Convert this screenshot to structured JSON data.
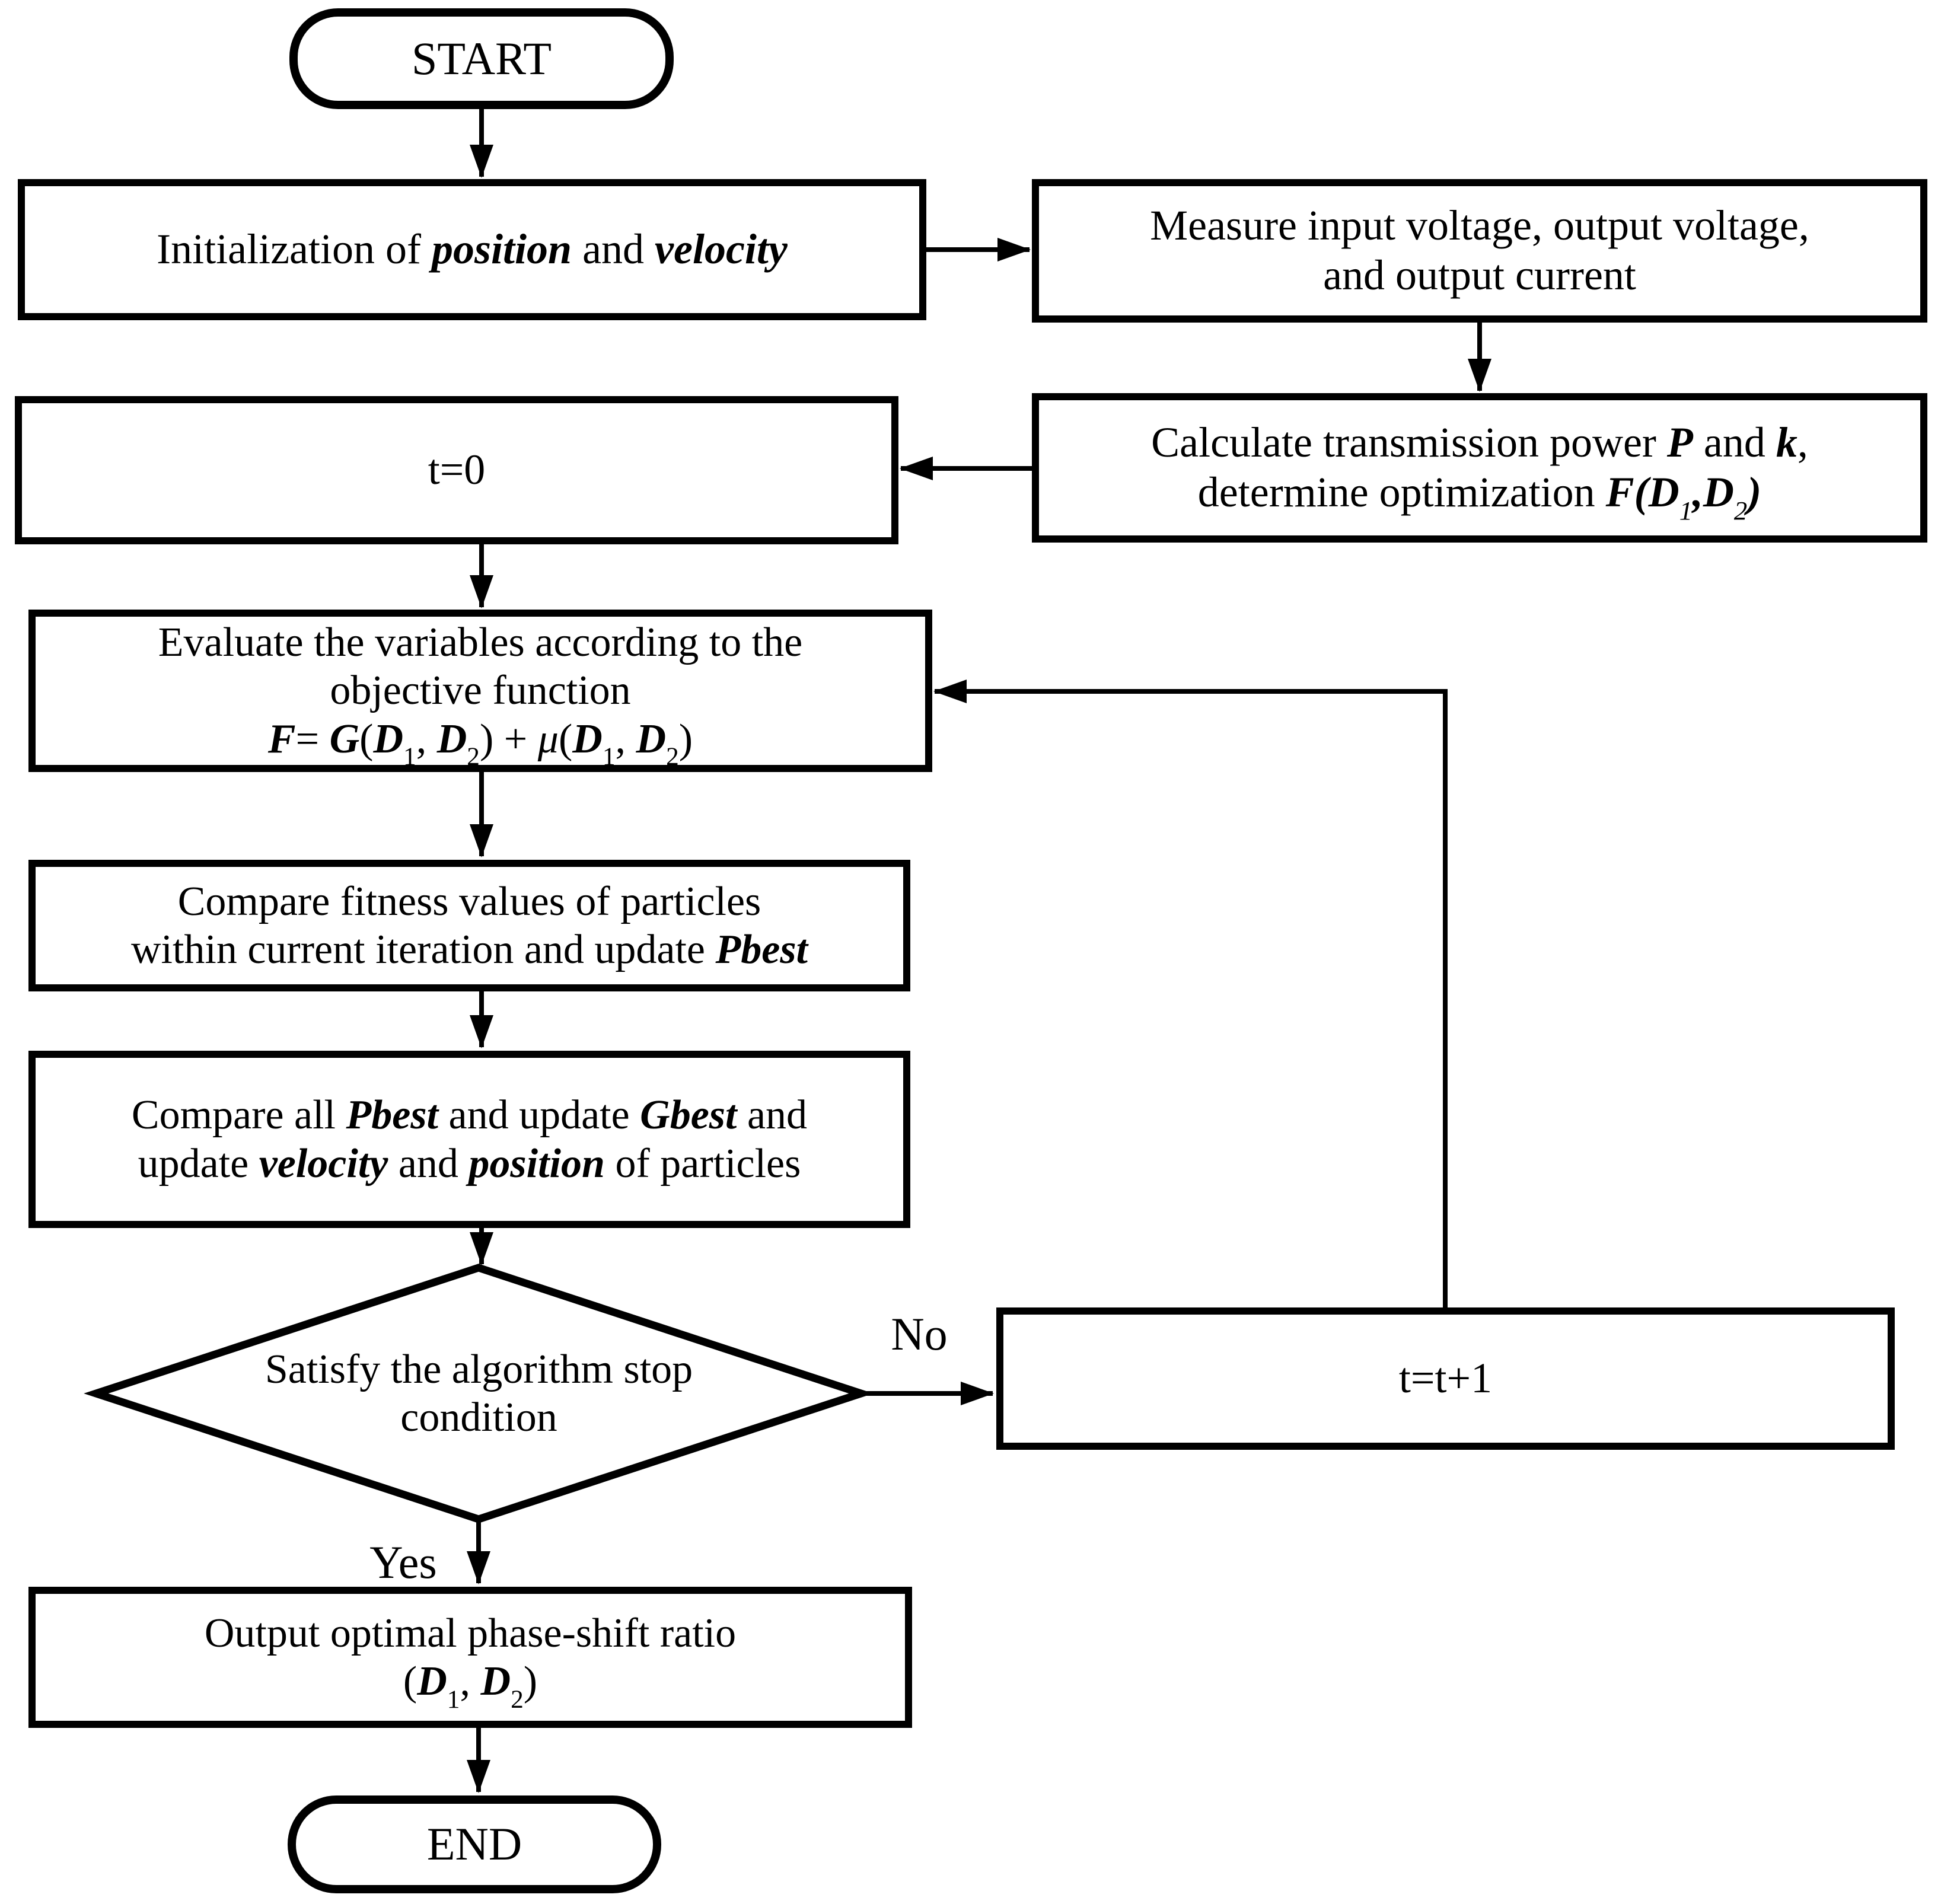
{
  "title": "PSO phase-shift optimization flowchart",
  "colors": {
    "ink": "#000000",
    "background": "#ffffff"
  },
  "nodes": {
    "start": {
      "label": "START"
    },
    "init": {
      "lines": [
        [
          {
            "t": "Initialization of "
          },
          {
            "t": "position",
            "s": "b"
          },
          {
            "t": " and "
          },
          {
            "t": "velocity",
            "s": "b"
          }
        ]
      ]
    },
    "measure": {
      "lines": [
        [
          {
            "t": "Measure input voltage, output voltage,"
          }
        ],
        [
          {
            "t": "and output current"
          }
        ]
      ]
    },
    "calculate": {
      "lines": [
        [
          {
            "t": "Calculate transmission power "
          },
          {
            "t": "P",
            "s": "b"
          },
          {
            "t": " and "
          },
          {
            "t": "k",
            "s": "b"
          },
          {
            "t": ","
          }
        ],
        [
          {
            "t": "determine optimization "
          },
          {
            "t": "F(D",
            "s": "b"
          },
          {
            "t": "1",
            "s": "si"
          },
          {
            "t": ",",
            "s": "b"
          },
          {
            "t": "D",
            "s": "b"
          },
          {
            "t": "2",
            "s": "si"
          },
          {
            "t": ")",
            "s": "b"
          }
        ]
      ]
    },
    "t0": {
      "label": "t=0"
    },
    "evaluate": {
      "lines": [
        [
          {
            "t": "Evaluate the variables according to the"
          }
        ],
        [
          {
            "t": "objective function"
          }
        ],
        [
          {
            "t": "F",
            "s": "b"
          },
          {
            "t": "= "
          },
          {
            "t": "G",
            "s": "b"
          },
          {
            "t": "("
          },
          {
            "t": "D",
            "s": "b"
          },
          {
            "t": "1",
            "s": "s"
          },
          {
            "t": ", "
          },
          {
            "t": "D",
            "s": "b"
          },
          {
            "t": "2",
            "s": "s"
          },
          {
            "t": ") + "
          },
          {
            "t": "μ",
            "s": "i"
          },
          {
            "t": "("
          },
          {
            "t": "D",
            "s": "b"
          },
          {
            "t": "1",
            "s": "s"
          },
          {
            "t": ", "
          },
          {
            "t": "D",
            "s": "b"
          },
          {
            "t": "2",
            "s": "s"
          },
          {
            "t": ")"
          }
        ]
      ]
    },
    "compare_pbest": {
      "lines": [
        [
          {
            "t": "Compare fitness values of particles"
          }
        ],
        [
          {
            "t": "within current iteration and update "
          },
          {
            "t": "Pbest",
            "s": "b"
          }
        ]
      ]
    },
    "compare_gbest": {
      "lines": [
        [
          {
            "t": "Compare all "
          },
          {
            "t": "Pbest",
            "s": "b"
          },
          {
            "t": " and update "
          },
          {
            "t": "Gbest",
            "s": "b"
          },
          {
            "t": " and"
          }
        ],
        [
          {
            "t": "update "
          },
          {
            "t": "velocity",
            "s": "b"
          },
          {
            "t": " and "
          },
          {
            "t": "position",
            "s": "b"
          },
          {
            "t": " of particles"
          }
        ]
      ]
    },
    "decision": {
      "lines": [
        [
          {
            "t": "Satisfy the algorithm stop"
          }
        ],
        [
          {
            "t": "condition"
          }
        ]
      ]
    },
    "increment": {
      "label": "t=t+1"
    },
    "output": {
      "lines": [
        [
          {
            "t": "Output optimal phase-shift ratio"
          }
        ],
        [
          {
            "t": "("
          },
          {
            "t": "D",
            "s": "b"
          },
          {
            "t": "1",
            "s": "s"
          },
          {
            "t": ", "
          },
          {
            "t": "D",
            "s": "b"
          },
          {
            "t": "2",
            "s": "s"
          },
          {
            "t": ")"
          }
        ]
      ]
    },
    "end": {
      "label": "END"
    }
  },
  "edges": {
    "no_label": "No",
    "yes_label": "Yes"
  }
}
